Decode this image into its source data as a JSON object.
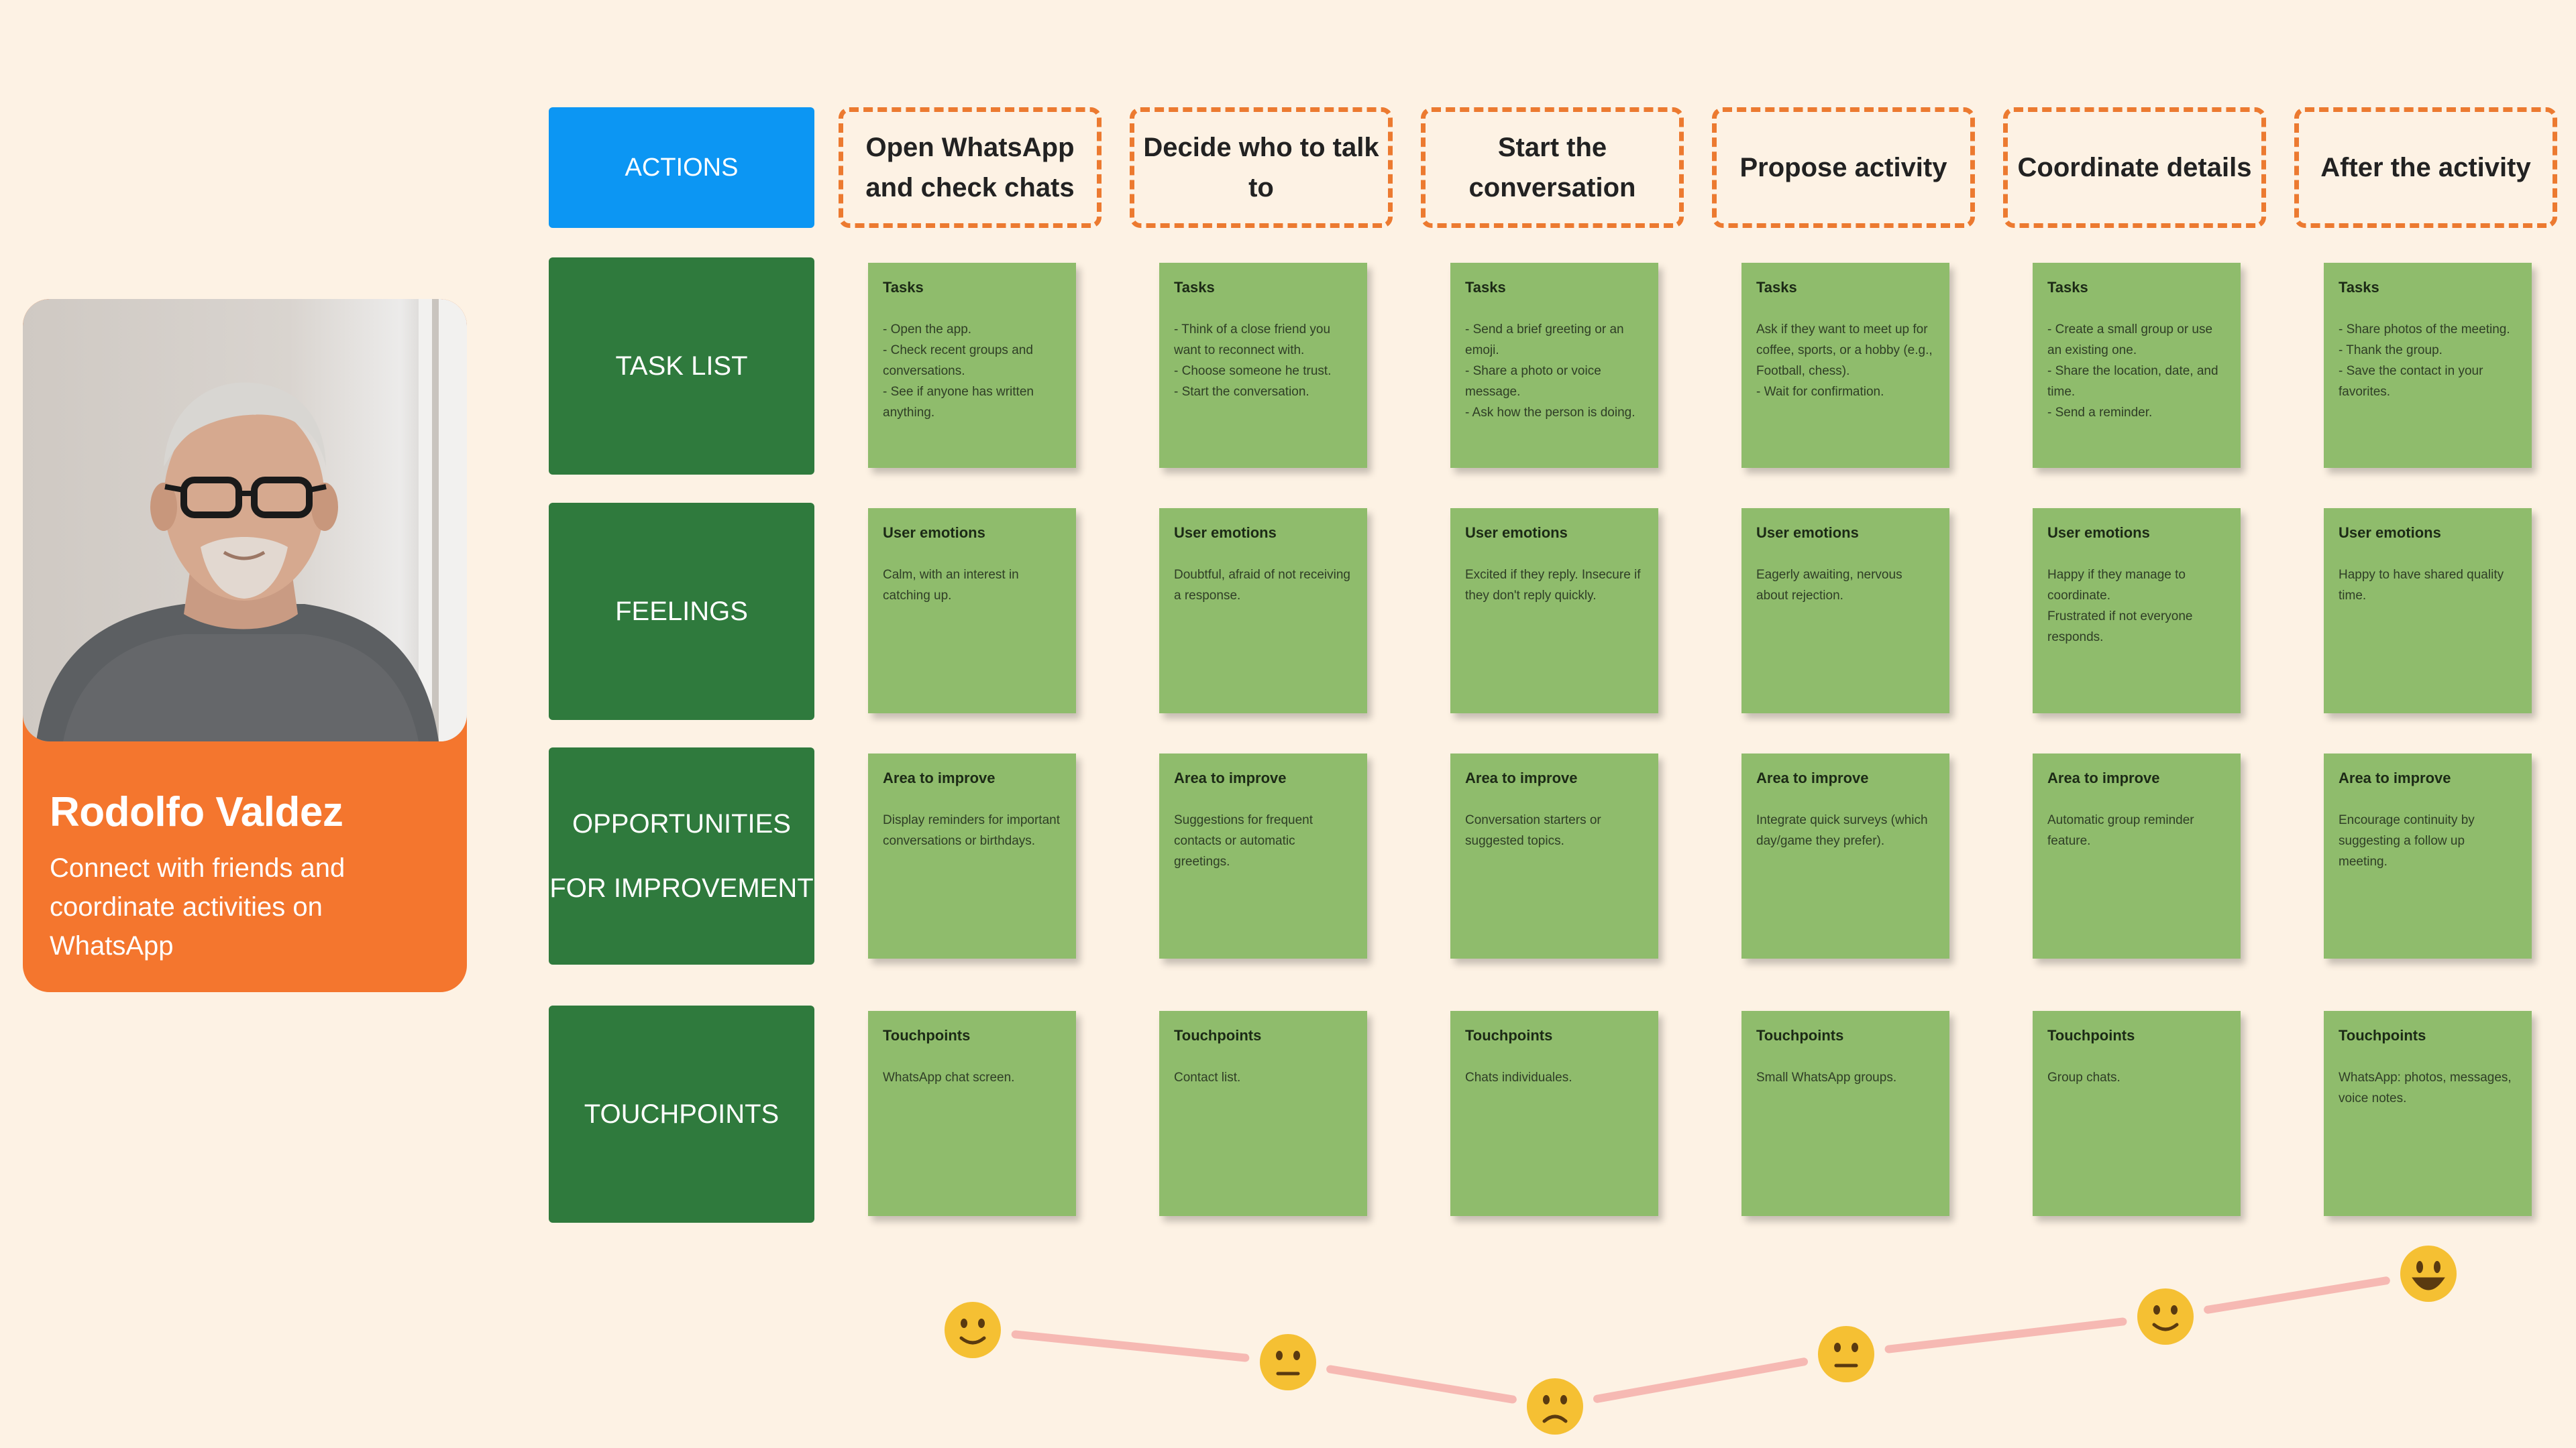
{
  "persona": {
    "name": "Rodolfo Valdez",
    "description": "Connect with friends and coordinate activities on WhatsApp"
  },
  "rows": [
    {
      "label": "ACTIONS"
    },
    {
      "label": "TASK LIST"
    },
    {
      "label": "FEELINGS"
    },
    {
      "label": "OPPORTUNITIES\nFOR IMPROVEMENT"
    },
    {
      "label": "TOUCHPOINTS"
    }
  ],
  "stages": [
    "Open WhatsApp and check chats",
    "Decide who to talk to",
    "Start the conversation",
    "Propose activity",
    "Coordinate details",
    "After the activity"
  ],
  "tasks": {
    "title": "Tasks",
    "items": [
      "- Open the app.\n- Check recent groups and conversations.\n- See if anyone has written anything.",
      "- Think of a close friend you want to reconnect with.\n- Choose someone he trust.\n- Start the conversation.",
      "- Send a brief greeting or an emoji.\n- Share a photo or voice message.\n- Ask how the person is doing.",
      "Ask if they want to meet up for coffee, sports, or a hobby (e.g., Football, chess).\n- Wait for confirmation.",
      "- Create a small group or use an existing one.\n- Share the location, date, and time.\n- Send a reminder.",
      "- Share photos of the meeting.\n- Thank the group.\n- Save the contact in your favorites."
    ]
  },
  "feelings": {
    "title": "User emotions",
    "items": [
      "Calm, with an interest in catching up.",
      "Doubtful, afraid of not receiving a response.",
      "Excited if they reply. Insecure if they don't reply quickly.",
      "Eagerly awaiting, nervous about rejection.",
      "Happy if they manage to coordinate.\nFrustrated if not everyone responds.",
      "Happy to have shared quality time."
    ]
  },
  "opportunities": {
    "title": "Area to improve",
    "items": [
      "Display reminders for important conversations or birthdays.",
      "Suggestions for frequent contacts or automatic greetings.",
      "Conversation starters or suggested topics.",
      "Integrate quick surveys (which day/game they prefer).",
      "Automatic group reminder feature.",
      "Encourage continuity by suggesting a follow up meeting."
    ]
  },
  "touchpoints": {
    "title": "Touchpoints",
    "items": [
      "WhatsApp chat screen.",
      "Contact list.",
      "Chats individuales.",
      "Small WhatsApp groups.",
      "Group chats.",
      "WhatsApp: photos, messages, voice notes."
    ]
  },
  "emotion_curve": {
    "levels": [
      "happy",
      "neutral",
      "sad",
      "neutral",
      "happy",
      "very-happy"
    ],
    "scores": [
      2,
      1,
      0,
      1,
      2,
      3
    ],
    "colors": {
      "face": "#f5c033",
      "line": "#f6b9b3"
    }
  }
}
